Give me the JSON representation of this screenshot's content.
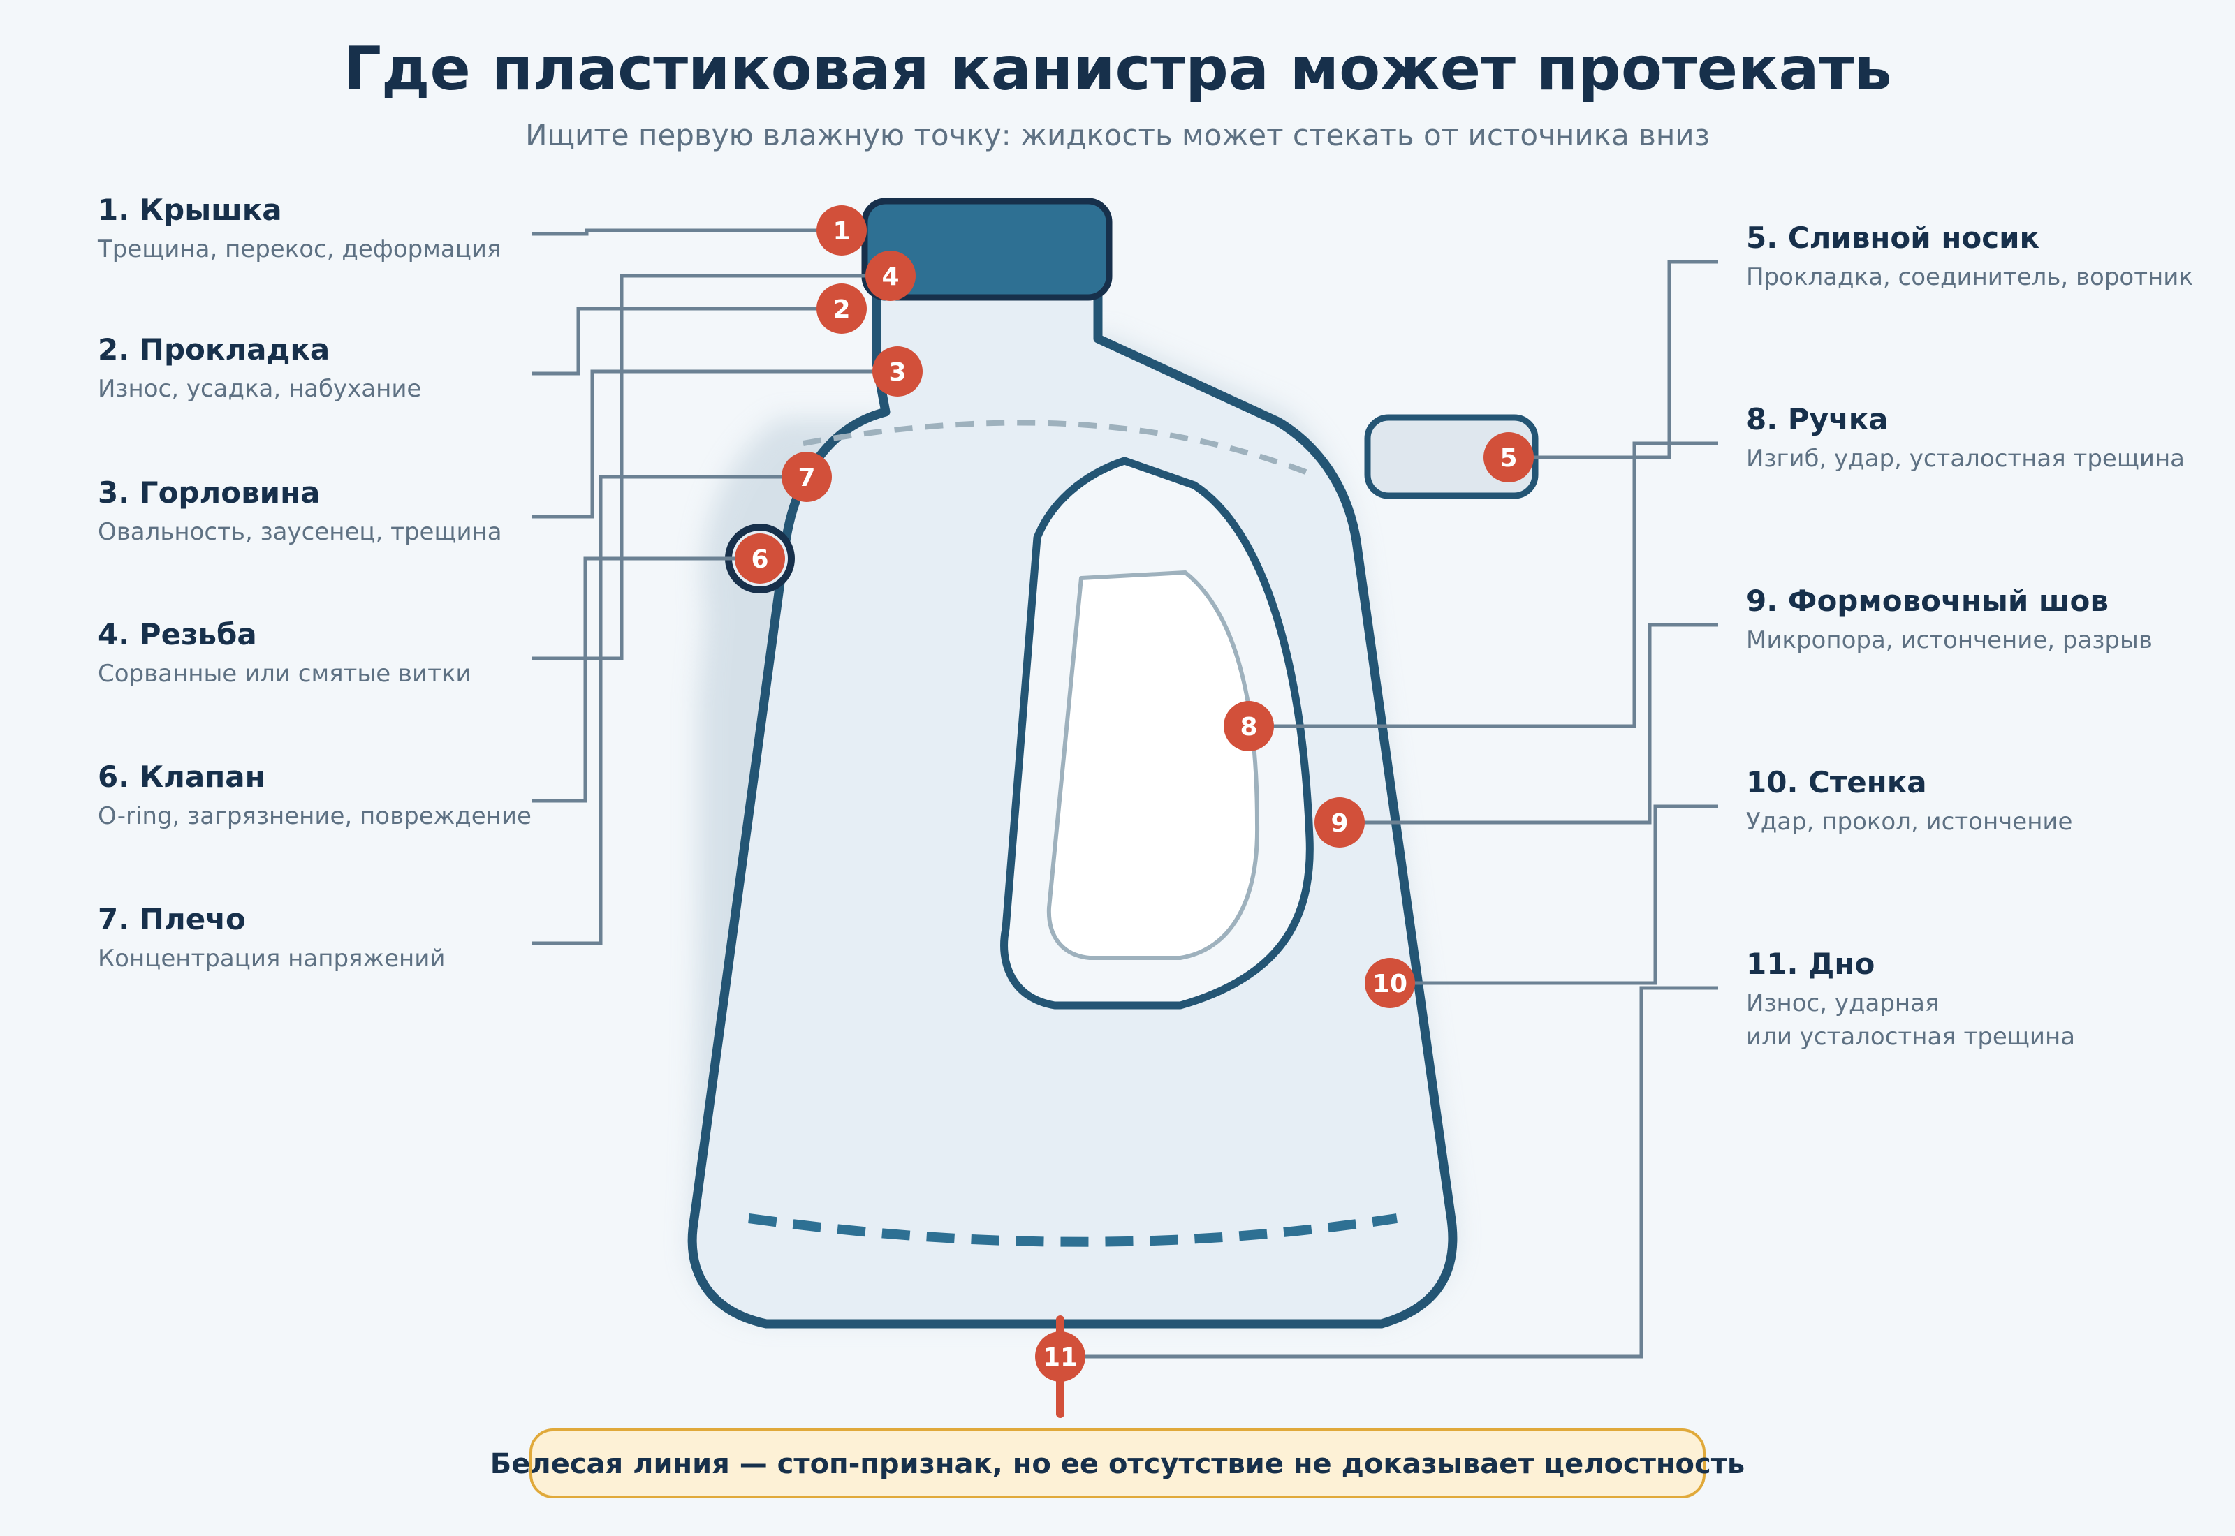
{
  "title": "Где пластиковая канистра может протекать",
  "subtitle": "Ищите первую влажную точку: жидкость может стекать от источника вниз",
  "colors": {
    "outline": "#245574",
    "body_fill": "#e6eef5",
    "cap_fill": "#2e7093",
    "marker": "#d2503a",
    "leader": "#6b8193",
    "note_fill": "#fdf1d6",
    "note_border": "#e0a93a"
  },
  "labels": [
    {
      "num": "1",
      "title": "1. Крышка",
      "desc": [
        "Трещина, перекос, деформация"
      ]
    },
    {
      "num": "2",
      "title": "2. Прокладка",
      "desc": [
        "Износ, усадка, набухание"
      ]
    },
    {
      "num": "3",
      "title": "3. Горловина",
      "desc": [
        "Овальность, заусенец, трещина"
      ]
    },
    {
      "num": "4",
      "title": "4. Резьба",
      "desc": [
        "Сорванные или смятые витки"
      ]
    },
    {
      "num": "6",
      "title": "6. Клапан",
      "desc": [
        "O-ring, загрязнение, повреждение"
      ]
    },
    {
      "num": "7",
      "title": "7. Плечо",
      "desc": [
        "Концентрация напряжений"
      ]
    },
    {
      "num": "5",
      "title": "5. Сливной носик",
      "desc": [
        "Прокладка, соединитель, воротник"
      ]
    },
    {
      "num": "8",
      "title": "8. Ручка",
      "desc": [
        "Изгиб, удар, усталостная трещина"
      ]
    },
    {
      "num": "9",
      "title": "9. Формовочный шов",
      "desc": [
        "Микропора, истончение, разрыв"
      ]
    },
    {
      "num": "10",
      "title": "10. Стенка",
      "desc": [
        "Удар, прокол, истончение"
      ]
    },
    {
      "num": "11",
      "title": "11. Дно",
      "desc": [
        "Износ, ударная",
        "или усталостная трещина"
      ]
    }
  ],
  "note": "Белесая линия — стоп-признак, но ее отсутствие не доказывает целостность"
}
